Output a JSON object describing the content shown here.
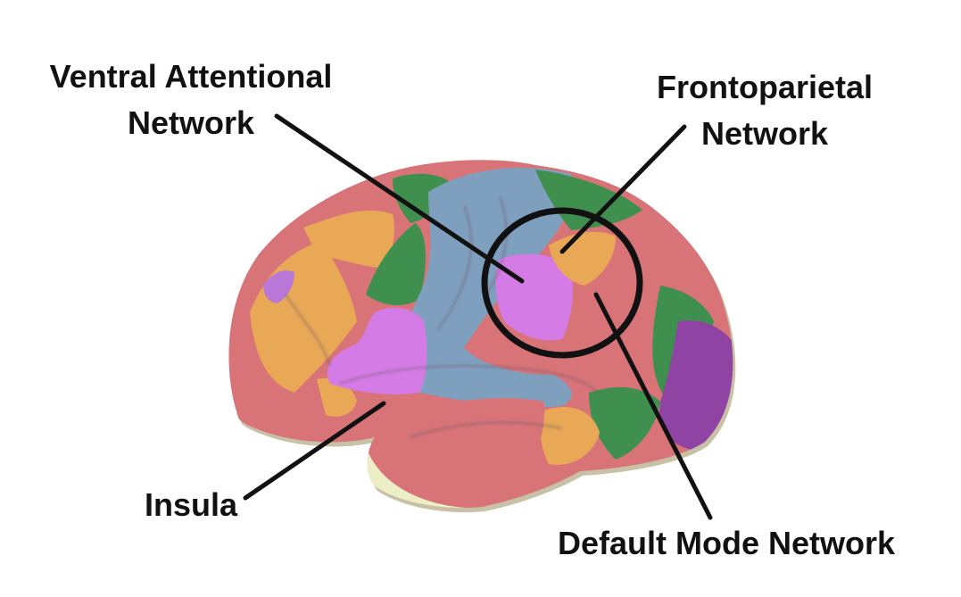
{
  "labels": {
    "ventral_attentional": {
      "line1": "Ventral Attentional",
      "line2": "Network"
    },
    "frontoparietal": {
      "line1": "Frontoparietal",
      "line2": "Network"
    },
    "insula": "Insula",
    "default_mode": "Default Mode Network"
  },
  "colors": {
    "default_mode": "#d87378",
    "frontoparietal": "#e8a856",
    "ventral_attention": "#d57be6",
    "somatomotor": "#7f9fbf",
    "dorsal_attention": "#3f8f4f",
    "visual": "#8f44a4",
    "limbic": "#ecefc6",
    "annotation": "#111111"
  }
}
